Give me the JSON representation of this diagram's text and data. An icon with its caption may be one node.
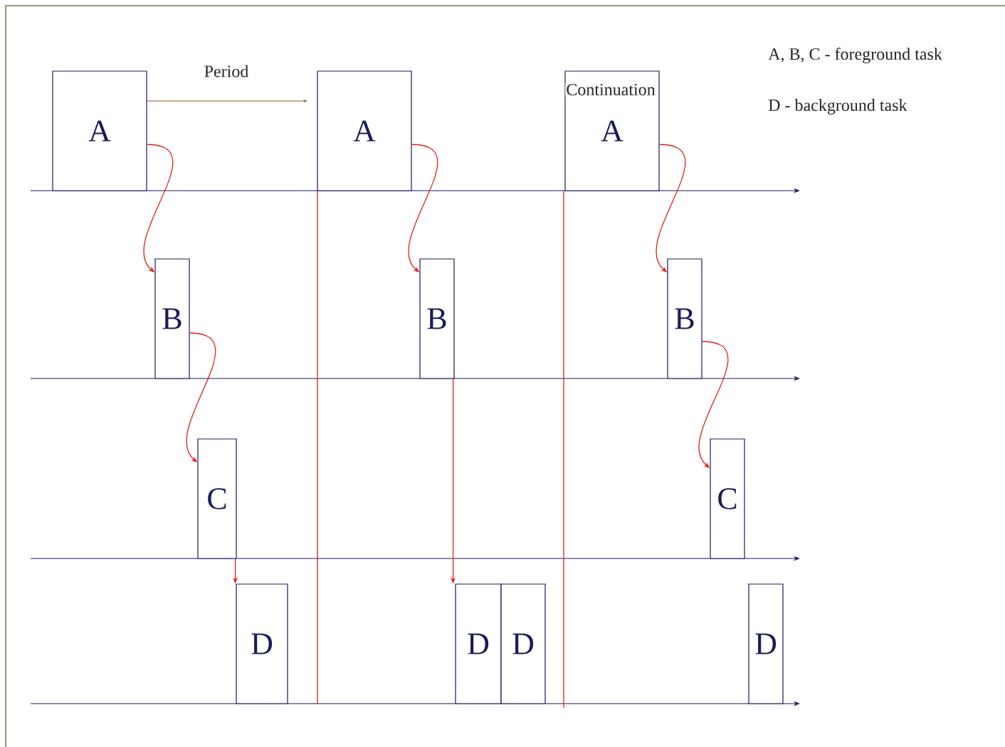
{
  "diagram": {
    "nodes": [
      {
        "text": [
          "A"
        ]
      },
      {
        "text": [
          "A"
        ]
      },
      {
        "text": [
          "A"
        ]
      },
      {
        "text": [
          "B"
        ]
      },
      {
        "text": [
          "B"
        ]
      },
      {
        "text": [
          "B"
        ]
      },
      {
        "text": [
          "C"
        ]
      },
      {
        "text": [
          "C"
        ]
      },
      {
        "text": [
          "D"
        ]
      },
      {
        "text": [
          "D"
        ]
      },
      {
        "text": [
          "D"
        ]
      },
      {
        "text": [
          "D"
        ]
      }
    ],
    "edges": [
      {
        "from": 0,
        "to": 3,
        "arrow": "to"
      },
      {
        "from": 3,
        "to": 6,
        "arrow": "to"
      },
      {
        "from": 6,
        "to": 8,
        "arrow": "to"
      },
      {
        "from": 1,
        "to": 4,
        "arrow": "to"
      },
      {
        "from": 4,
        "to": 9,
        "arrow": "to"
      },
      {
        "from": 2,
        "to": 5,
        "arrow": "to"
      },
      {
        "from": 5,
        "to": 7,
        "arrow": "to"
      }
    ],
    "labels": [
      "Period",
      "Continuation",
      "A, B, C - foreground task",
      "D - background task"
    ]
  }
}
